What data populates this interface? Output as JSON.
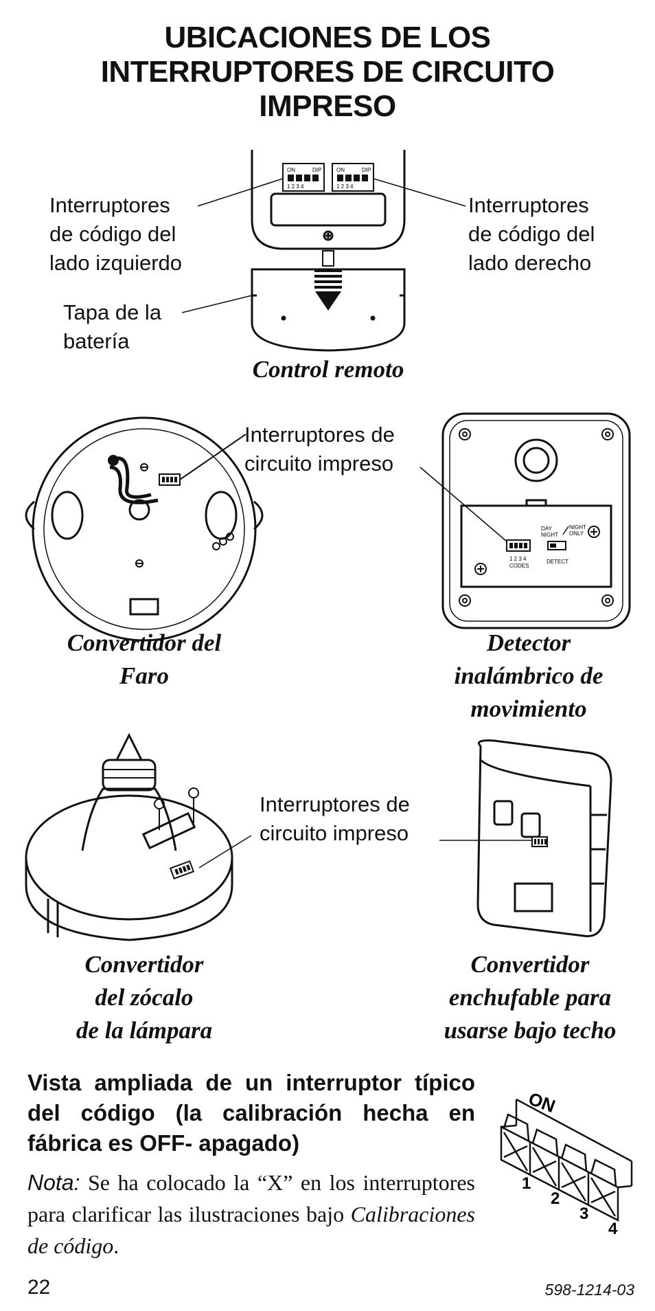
{
  "title": "UBICACIONES DE LOS\nINTERRUPTORES DE CIRCUITO\nIMPRESO",
  "remote": {
    "left_label": "Interruptores\nde código del\nlado izquierdo",
    "right_label": "Interruptores\nde código del\nlado derecho",
    "battery_label": "Tapa de la\nbatería",
    "caption": "Control remoto",
    "switch_on": "ON",
    "switch_dip": "DIP",
    "switch_nums": "1 2 3 4"
  },
  "faro": {
    "callout": "Interruptores de\ncircuito impreso",
    "caption": "Convertidor del\nFaro"
  },
  "detector": {
    "caption": "Detector\ninalámbrico de\nmovimiento",
    "day_night": "DAY\nNIGHT",
    "night_only": "NIGHT\nONLY",
    "codes_nums": "1 2 3 4",
    "codes": "CODES",
    "detect": "DETECT"
  },
  "lamp": {
    "callout": "Interruptores de\ncircuito impreso",
    "caption": "Convertidor\ndel zócalo\nde la lámpara"
  },
  "plugin": {
    "caption": "Convertidor\nenchufable para\nusarse bajo techo"
  },
  "closeup": {
    "heading": "Vista ampliada de un interruptor típico del código (la calibración hecha en fábrica es OFF- apagado)",
    "note_lead": "Nota:",
    "note_text_1": " Se ha colocado la “X” en los interruptores para clarificar las ilustraciones bajo ",
    "note_italic": "Calibraciones de código",
    "note_end": ".",
    "on_label": "ON",
    "numbers": [
      "1",
      "2",
      "3",
      "4"
    ]
  },
  "footer": {
    "page_number": "22",
    "doc_number": "598-1214-03"
  }
}
